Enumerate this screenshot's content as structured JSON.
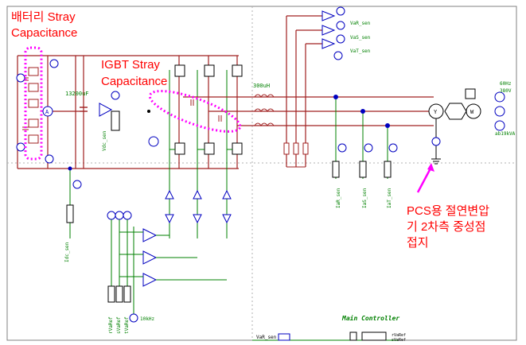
{
  "annotations": {
    "battery_stray_line1": "배터리 Stray",
    "battery_stray_line2": "Capacitance",
    "igbt_stray_line1": "IGBT Stray",
    "igbt_stray_line2": "Capacitance",
    "pcs_note_line1": "PCS용 절연변압",
    "pcs_note_line2": "기 2차측 중성점",
    "pcs_note_line3": "접지"
  },
  "labels": {
    "cap_value": "13200uF",
    "inductor_value": "300uH",
    "vdc_sen": "Vdc_sen",
    "idc_sen": "Idc_sen",
    "var_sen": "VaR_sen",
    "vas_sen": "VaS_sen",
    "vat_sen": "VaT_sen",
    "iar_sen": "IaR_sen",
    "ias_sen": "IaS_sen",
    "iat_sen": "IaT_sen",
    "freq_60hz": "60Hz",
    "voltage_380v": "380V",
    "ratio": "ab19kVA",
    "vref_r": "rVaRef",
    "vref_s": "sVaRef",
    "vref_t": "tVaRef",
    "carrier": "10kHz",
    "main_controller": "Main Controller",
    "var_sen_bottom": "VaR_sen",
    "ctrl_out1": "rVaRef",
    "ctrl_out2": "sVaRef"
  },
  "colors": {
    "annotation_red": "#ff0000",
    "dotted_magenta": "#ff00ff",
    "wire_dark_red": "#a02020",
    "wire_green": "#008000",
    "component_blue": "#0000c0"
  }
}
